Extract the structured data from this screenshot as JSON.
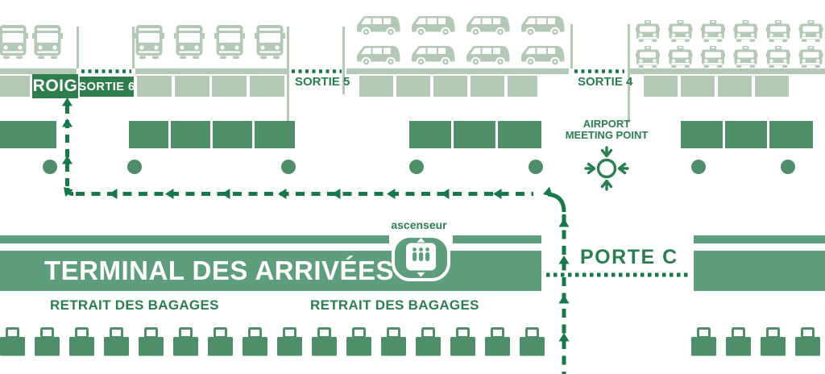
{
  "title": "Airport arrivals terminal map",
  "colors": {
    "sage": "#b3c8b5",
    "band_green": "#5f9e7c",
    "object_green": "#4e8e69",
    "route_green": "#17784a",
    "text_green": "#2b7d52",
    "badge_green": "#2e7d4c"
  },
  "exits": {
    "roig": "ROIG",
    "sortie6": "SORTIE 6",
    "sortie5": "SORTIE 5",
    "sortie4": "SORTIE 4"
  },
  "meeting_point": {
    "line1": "AIRPORT",
    "line2": "MEETING POINT"
  },
  "terminal": {
    "title": "TERMINAL DES ARRIVÉES",
    "elevator_label": "ascenseur",
    "gate_label": "PORTE C",
    "baggage_left": "RETRAIT DES BAGAGES",
    "baggage_right": "RETRAIT DES BAGAGES"
  },
  "vehicles": {
    "buses": {
      "left_count": 2,
      "right_count": 4
    },
    "vans": {
      "rows": 2,
      "per_row": 4
    },
    "taxis": {
      "rows": 2,
      "per_row": 6
    }
  },
  "baggage_icons": {
    "left_count": 16,
    "right_count": 4
  },
  "icons": [
    "bus-icon",
    "van-icon",
    "taxi-icon",
    "suitcase-icon",
    "elevator-icon",
    "meeting-point-icon",
    "route-arrow-icon"
  ]
}
